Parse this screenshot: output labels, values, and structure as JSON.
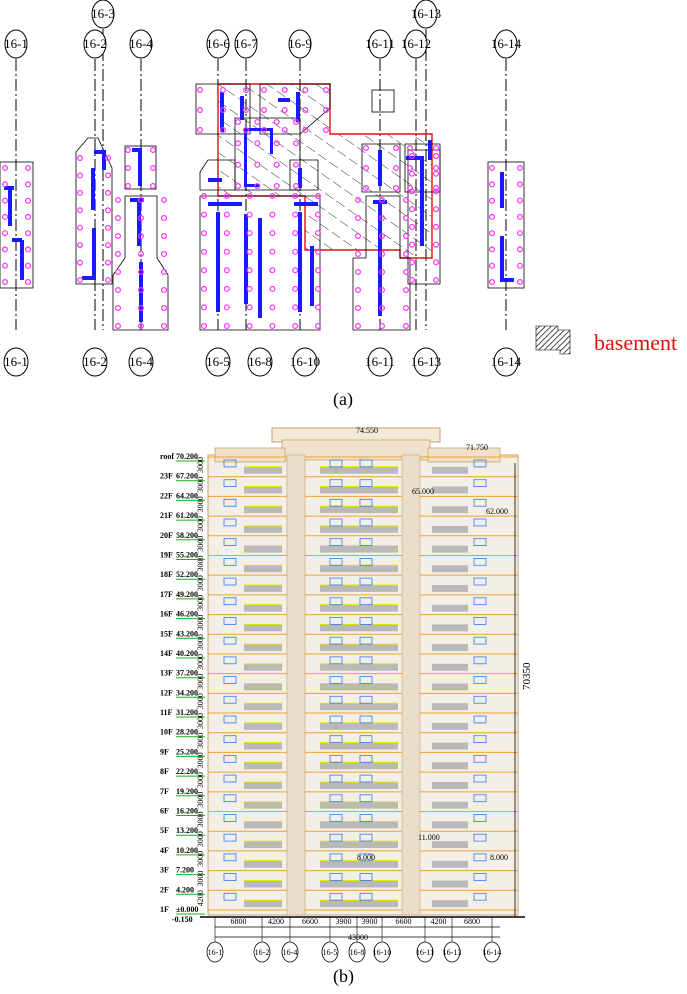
{
  "plan": {
    "axes_top": [
      "16-1",
      "16-2",
      "16-3",
      "16-4",
      "16-6",
      "16-7",
      "16-9",
      "16-11",
      "16-12",
      "16-13",
      "16-14"
    ],
    "axes_bottom": [
      "16-1",
      "16-2",
      "16-4",
      "16-5",
      "16-8",
      "16-10",
      "16-11",
      "16-13",
      "16-14"
    ],
    "legend_label": "basement",
    "caption": "(a)",
    "colors": {
      "wall": "#1a1aff",
      "pile": "#ff33ff",
      "basement_outline": "#e01010",
      "legend_text": "#e01010"
    }
  },
  "elevation": {
    "caption": "(b)",
    "top_elevations": [
      "74.550",
      "71.750"
    ],
    "side_elevations": [
      "65.000",
      "62.000"
    ],
    "low_elevations": [
      "11.000",
      "8.000",
      "8.000"
    ],
    "total_height": "70350",
    "floors": [
      {
        "label": "roof",
        "elev": "70.200"
      },
      {
        "label": "23F",
        "elev": "67.200"
      },
      {
        "label": "22F",
        "elev": "64.200"
      },
      {
        "label": "21F",
        "elev": "61.200"
      },
      {
        "label": "20F",
        "elev": "58.200"
      },
      {
        "label": "19F",
        "elev": "55.200"
      },
      {
        "label": "18F",
        "elev": "52.200"
      },
      {
        "label": "17F",
        "elev": "49.200"
      },
      {
        "label": "16F",
        "elev": "46.200"
      },
      {
        "label": "15F",
        "elev": "43.200"
      },
      {
        "label": "14F",
        "elev": "40.200"
      },
      {
        "label": "13F",
        "elev": "37.200"
      },
      {
        "label": "12F",
        "elev": "34.200"
      },
      {
        "label": "11F",
        "elev": "31.200"
      },
      {
        "label": "10F",
        "elev": "28.200"
      },
      {
        "label": "9F",
        "elev": "25.200"
      },
      {
        "label": "8F",
        "elev": "22.200"
      },
      {
        "label": "7F",
        "elev": "19.200"
      },
      {
        "label": "6F",
        "elev": "16.200"
      },
      {
        "label": "5F",
        "elev": "13.200"
      },
      {
        "label": "4F",
        "elev": "10.200"
      },
      {
        "label": "3F",
        "elev": "7.200"
      },
      {
        "label": "2F",
        "elev": "4.200"
      },
      {
        "label": "1F",
        "elev": "±0.000"
      }
    ],
    "ground_elev": "-0.150",
    "storey_height": "3000",
    "first_storey_height": "4200",
    "bay_widths": [
      "6800",
      "4200",
      "6600",
      "3900",
      "3900",
      "6600",
      "4200",
      "6800"
    ],
    "total_width": "43000",
    "axes": [
      "16-1",
      "16-2",
      "16-4",
      "16-5",
      "16-8",
      "16-10",
      "16-11",
      "16-13",
      "16-14"
    ]
  }
}
